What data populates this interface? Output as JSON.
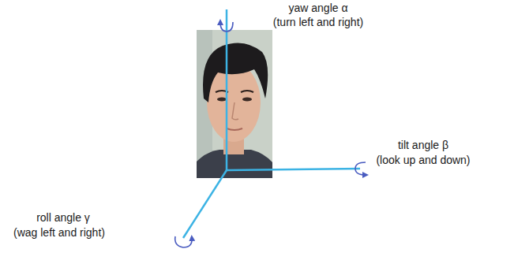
{
  "diagram": {
    "labels": [
      "yaw angle α",
      "(turn left and right)",
      "tilt angle β",
      "(look up and down)",
      "roll angle γ",
      "(wag left and right)"
    ]
  }
}
